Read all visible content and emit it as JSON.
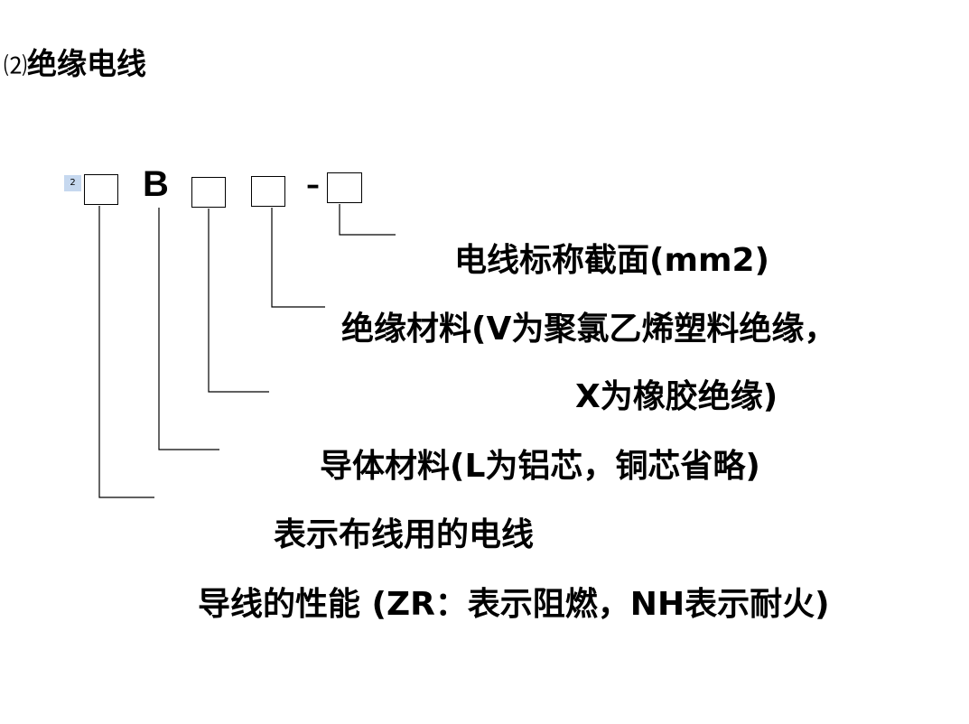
{
  "heading": {
    "number": "⑵",
    "text": "绝缘电线"
  },
  "code": {
    "marker": "2",
    "letter": "B",
    "dash": "–"
  },
  "labels": {
    "cross_section": "电线标称截面(mm2)",
    "insulation_line1": "绝缘材料(V为聚氯乙烯塑料绝缘，",
    "insulation_line2": "X为橡胶绝缘)",
    "conductor": "导体材料(L为铝芯，铜芯省略)",
    "wiring": "表示布线用的电线",
    "performance": "导线的性能 (ZR：表示阻燃，NH表示耐火)"
  }
}
